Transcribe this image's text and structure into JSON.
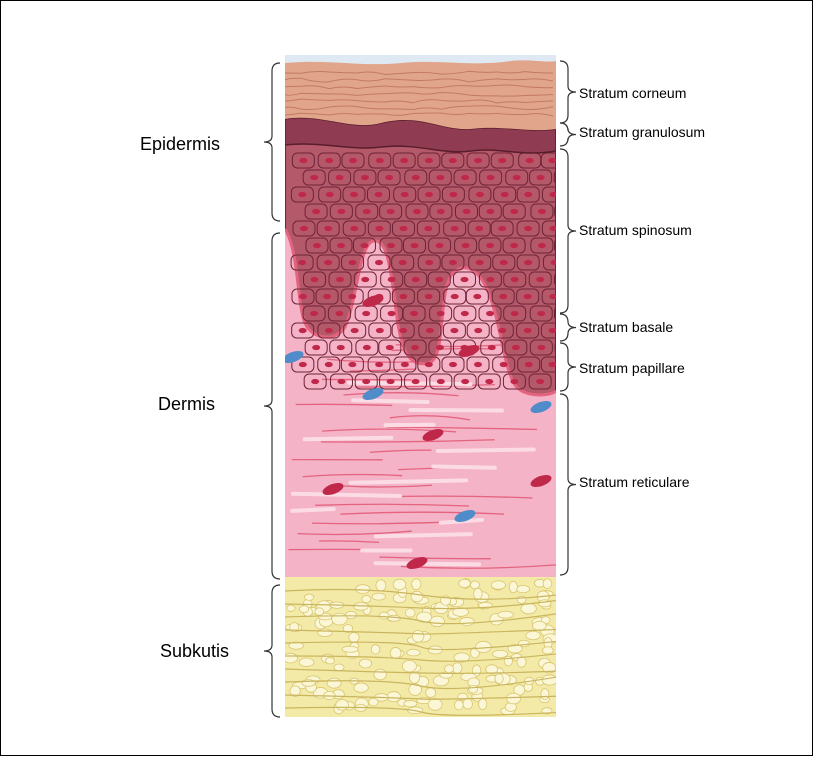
{
  "diagram": {
    "left_labels": {
      "epidermis": "Epidermis",
      "dermis": "Dermis",
      "subkutis": "Subkutis"
    },
    "right_labels": {
      "corneum": "Stratum corneum",
      "granulosum": "Stratum granulosum",
      "spinosum": "Stratum spinosum",
      "basale": "Stratum basale",
      "papillare": "Stratum papillare",
      "reticulare": "Stratum reticulare"
    },
    "colors": {
      "corneum": "#e0a58a",
      "granulosum": "#8f3c52",
      "epidermis_cells": "#b4596a",
      "cell_border": "#6e2436",
      "nucleus": "#c0284a",
      "dermis": "#f4b3c6",
      "dermis_fiber": "#e4637f",
      "vessel_blue": "#4f8cc9",
      "subkutis": "#f4eaa8",
      "fat_cell": "#fbf6d6"
    }
  }
}
